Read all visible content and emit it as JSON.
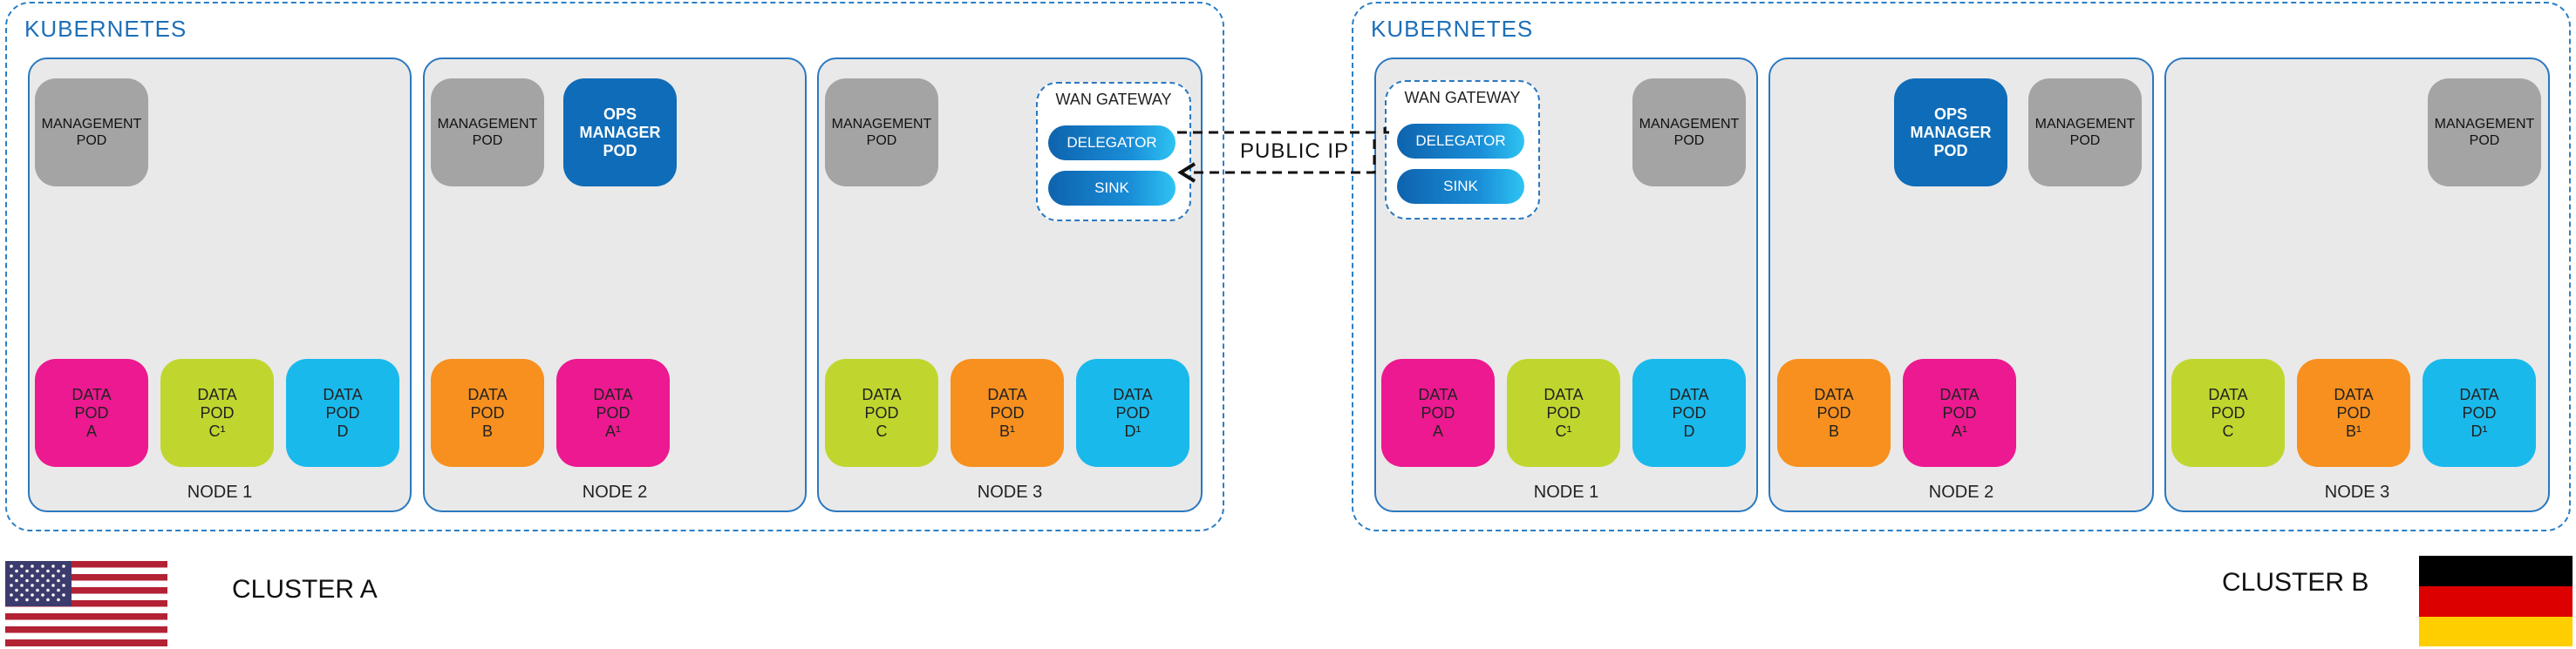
{
  "connection": {
    "label": "PUBLIC IP"
  },
  "colors": {
    "pink": "#ec1990",
    "lime": "#c0d62f",
    "cyan": "#1ab9ec",
    "orange": "#f7901e",
    "gray": "#a4a4a4",
    "blue": "#0f6cb8"
  },
  "cluster_a": {
    "label": "CLUSTER A",
    "kubernetes_label": "KUBERNETES",
    "flag": "us-flag",
    "nodes": [
      {
        "label": "NODE 1",
        "top_pods": [
          "MANAGEMENT\nPOD"
        ],
        "data_pods": [
          "DATA\nPOD\nA",
          "DATA\nPOD\nC¹",
          "DATA\nPOD\nD"
        ]
      },
      {
        "label": "NODE 2",
        "top_pods": [
          "MANAGEMENT\nPOD",
          "OPS\nMANAGER\nPOD"
        ],
        "data_pods": [
          "DATA\nPOD\nB",
          "DATA\nPOD\nA¹"
        ]
      },
      {
        "label": "NODE 3",
        "top_pods": [
          "MANAGEMENT\nPOD"
        ],
        "data_pods": [
          "DATA\nPOD\nC",
          "DATA\nPOD\nB¹",
          "DATA\nPOD\nD¹"
        ]
      }
    ],
    "wan_gateway": {
      "title": "WAN GATEWAY",
      "delegator": "DELEGATOR",
      "sink": "SINK"
    }
  },
  "cluster_b": {
    "label": "CLUSTER B",
    "kubernetes_label": "KUBERNETES",
    "flag": "germany-flag",
    "nodes": [
      {
        "label": "NODE 1",
        "top_pods": [
          "MANAGEMENT\nPOD"
        ],
        "data_pods": [
          "DATA\nPOD\nA",
          "DATA\nPOD\nC¹",
          "DATA\nPOD\nD"
        ]
      },
      {
        "label": "NODE 2",
        "top_pods": [
          "OPS\nMANAGER\nPOD",
          "MANAGEMENT\nPOD"
        ],
        "data_pods": [
          "DATA\nPOD\nB",
          "DATA\nPOD\nA¹"
        ]
      },
      {
        "label": "NODE 3",
        "top_pods": [
          "MANAGEMENT\nPOD"
        ],
        "data_pods": [
          "DATA\nPOD\nC",
          "DATA\nPOD\nB¹",
          "DATA\nPOD\nD¹"
        ]
      }
    ],
    "wan_gateway": {
      "title": "WAN GATEWAY",
      "delegator": "DELEGATOR",
      "sink": "SINK"
    }
  }
}
